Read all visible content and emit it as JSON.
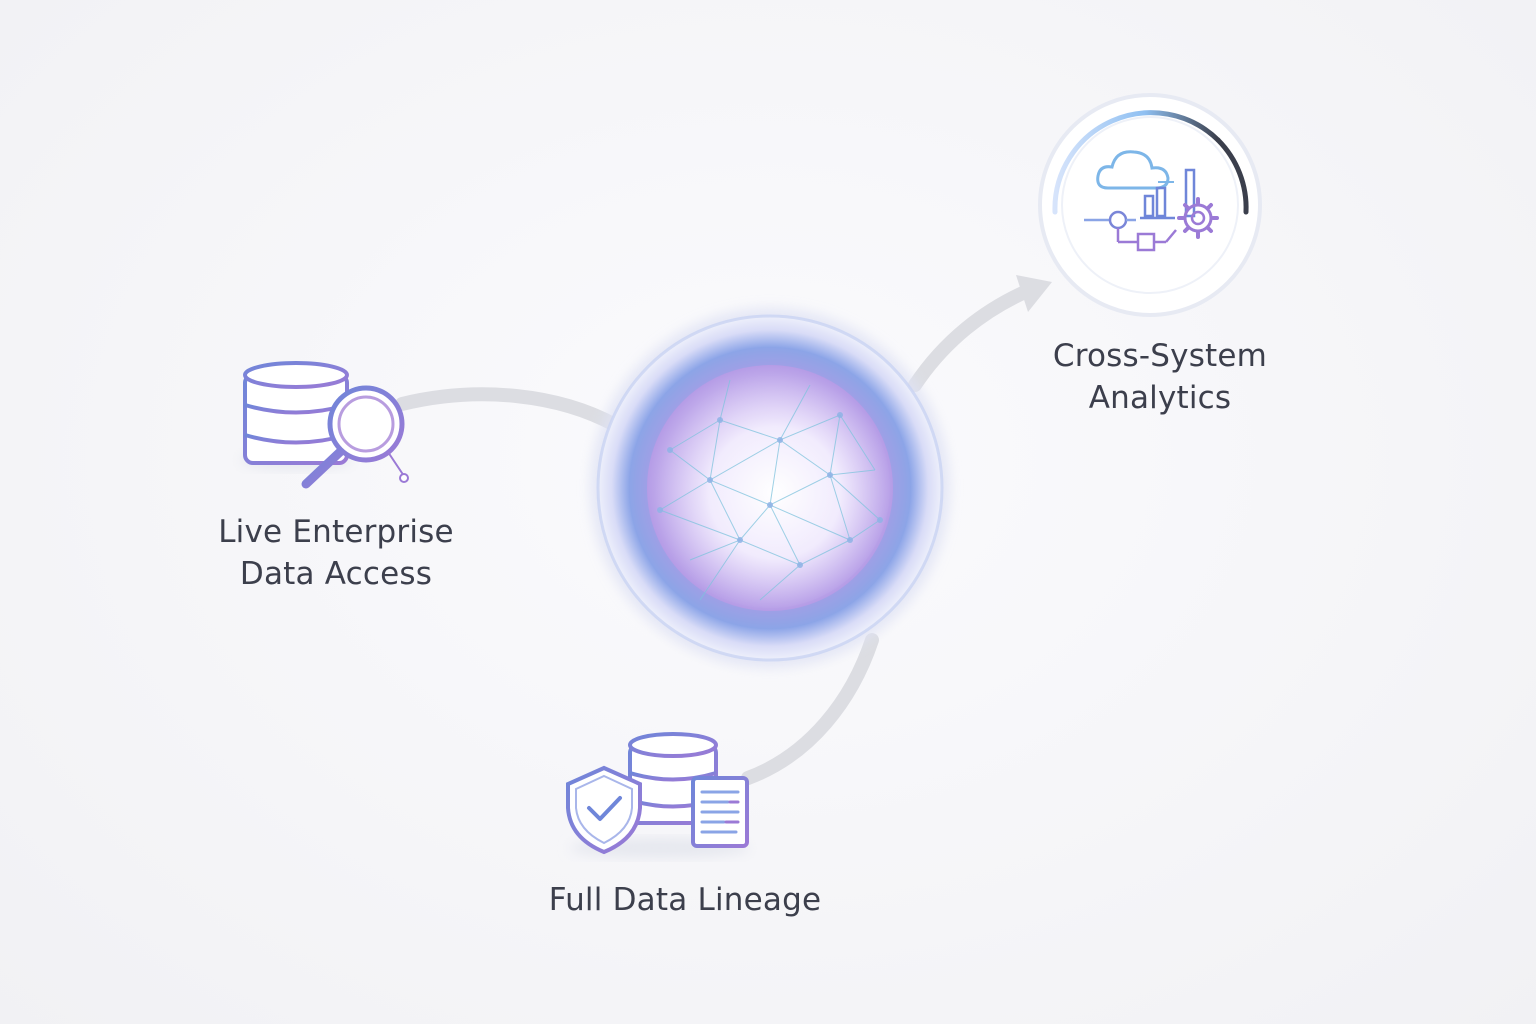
{
  "diagram": {
    "center": {
      "icon": "neural-network-sphere-icon"
    },
    "nodes": [
      {
        "id": "live",
        "icon": "database-search-icon",
        "line1": "Live Enterprise",
        "line2": "Data Access"
      },
      {
        "id": "cross",
        "icon": "cloud-analytics-icon",
        "line1": "Cross-System",
        "line2": "Analytics"
      },
      {
        "id": "lineage",
        "icon": "shield-database-document-icon",
        "line1": "Full Data Lineage"
      }
    ],
    "colors": {
      "text": "#3c3f4c",
      "connector": "#dcdde2",
      "icon_blue": "#6f86d9",
      "icon_purple": "#9b7ad6",
      "sphere_core": "#c8b6ee"
    }
  }
}
